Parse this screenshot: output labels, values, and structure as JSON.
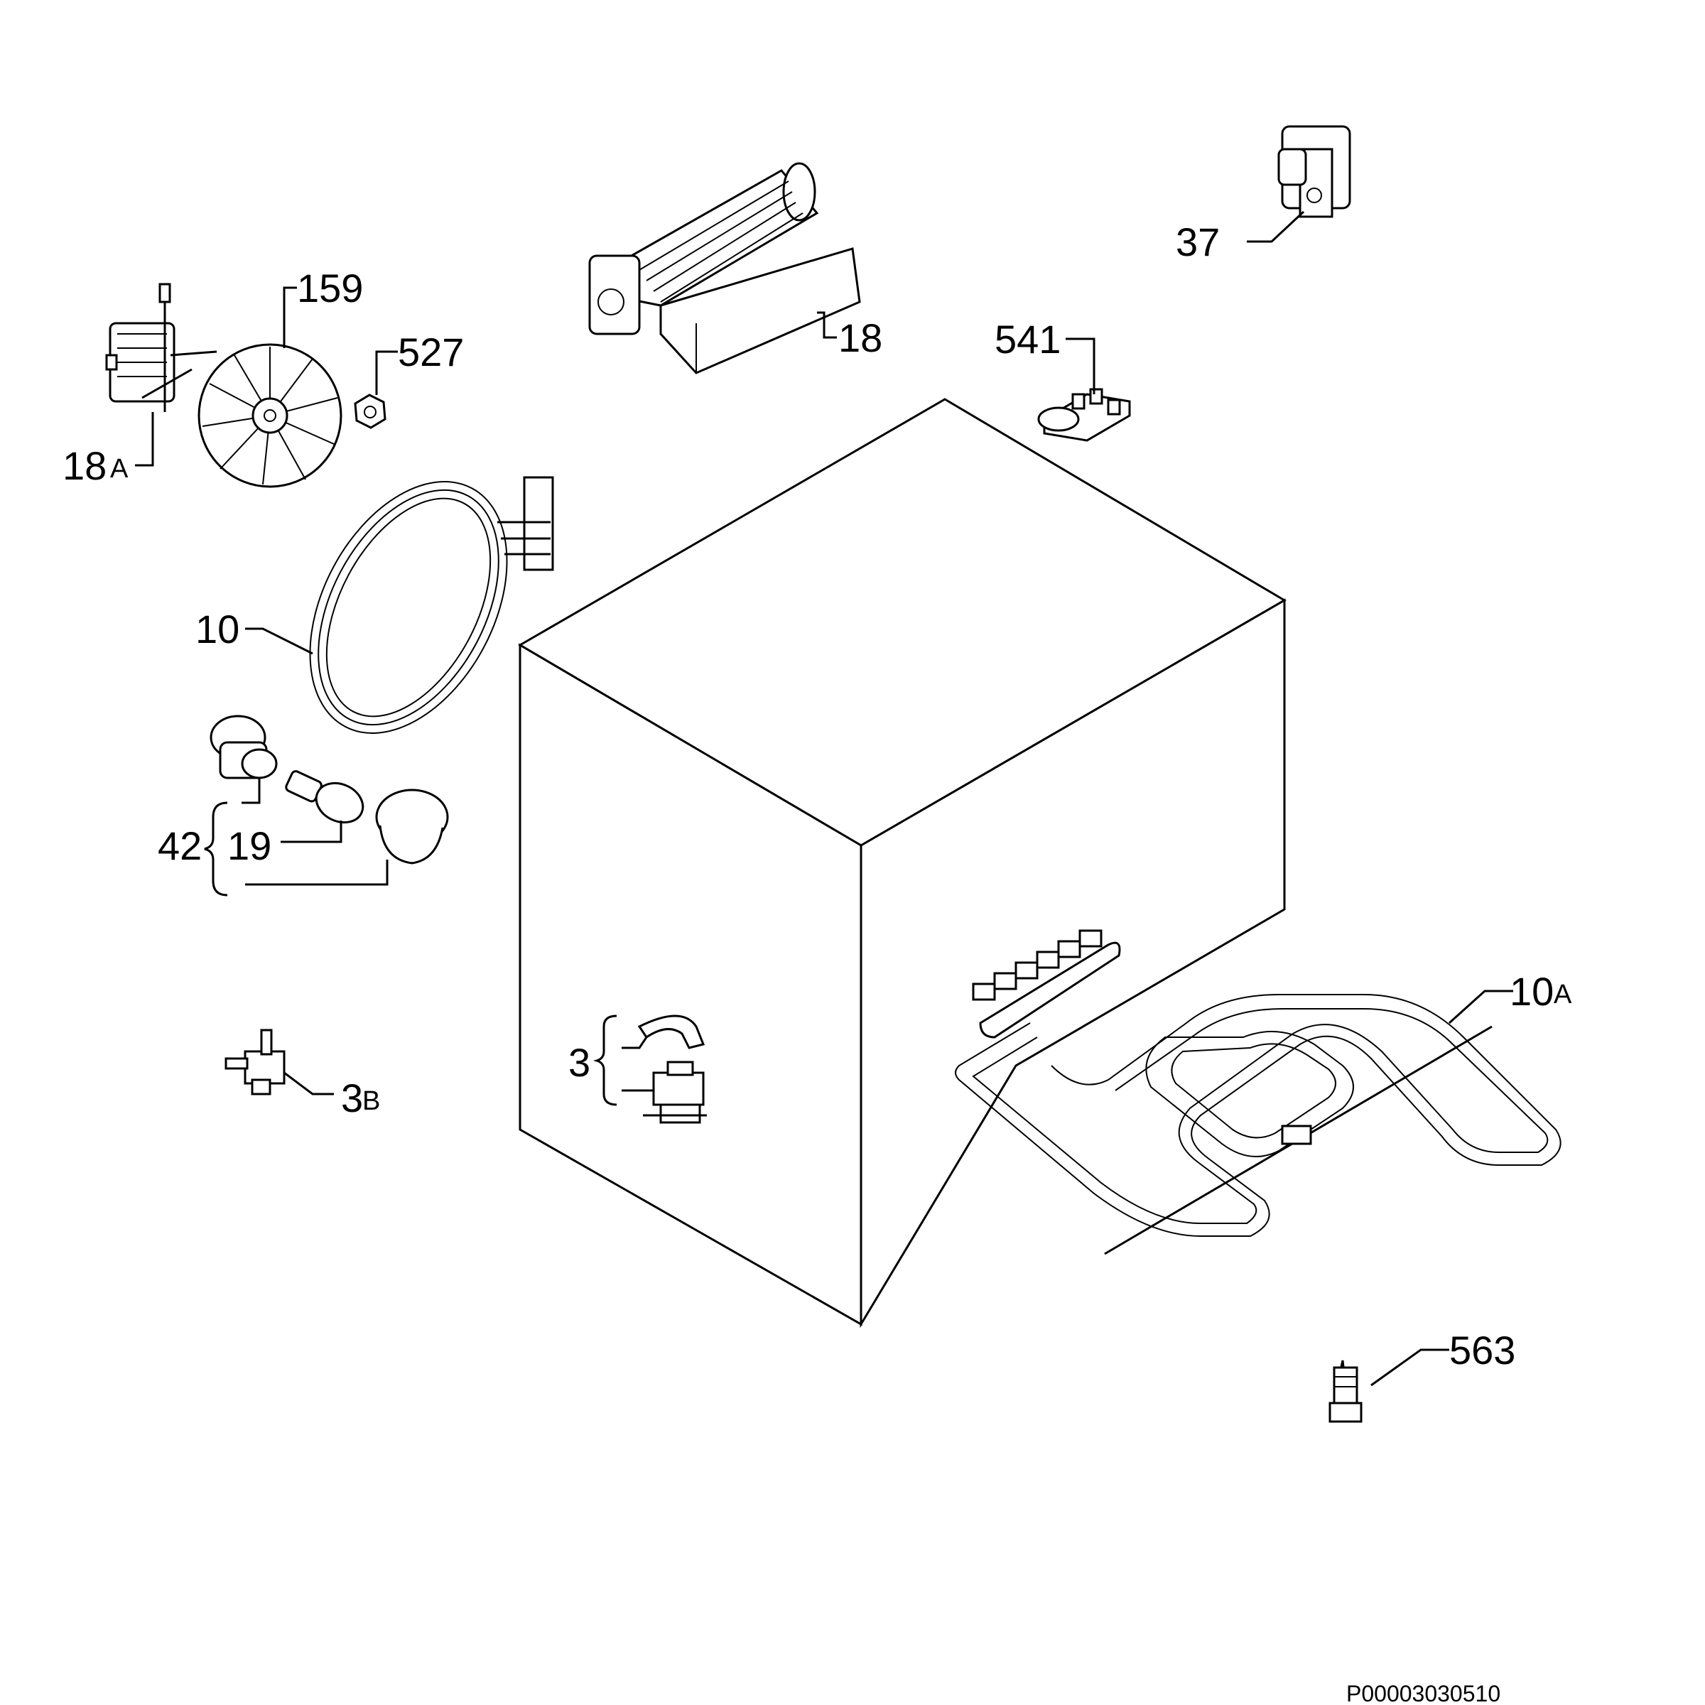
{
  "labels": {
    "l10": "10",
    "l10a": "10",
    "l10a_s": "A",
    "l18": "18",
    "l18a": "18",
    "l18a_s": "A",
    "l19": "19",
    "l3": "3",
    "l3b": "3",
    "l3b_s": "B",
    "l37": "37",
    "l42": "42",
    "l159": "159",
    "l527": "527",
    "l541": "541",
    "l563": "563"
  },
  "drawing_code": "P00003030510",
  "colors": {
    "line": "#000000",
    "background": "#ffffff"
  }
}
